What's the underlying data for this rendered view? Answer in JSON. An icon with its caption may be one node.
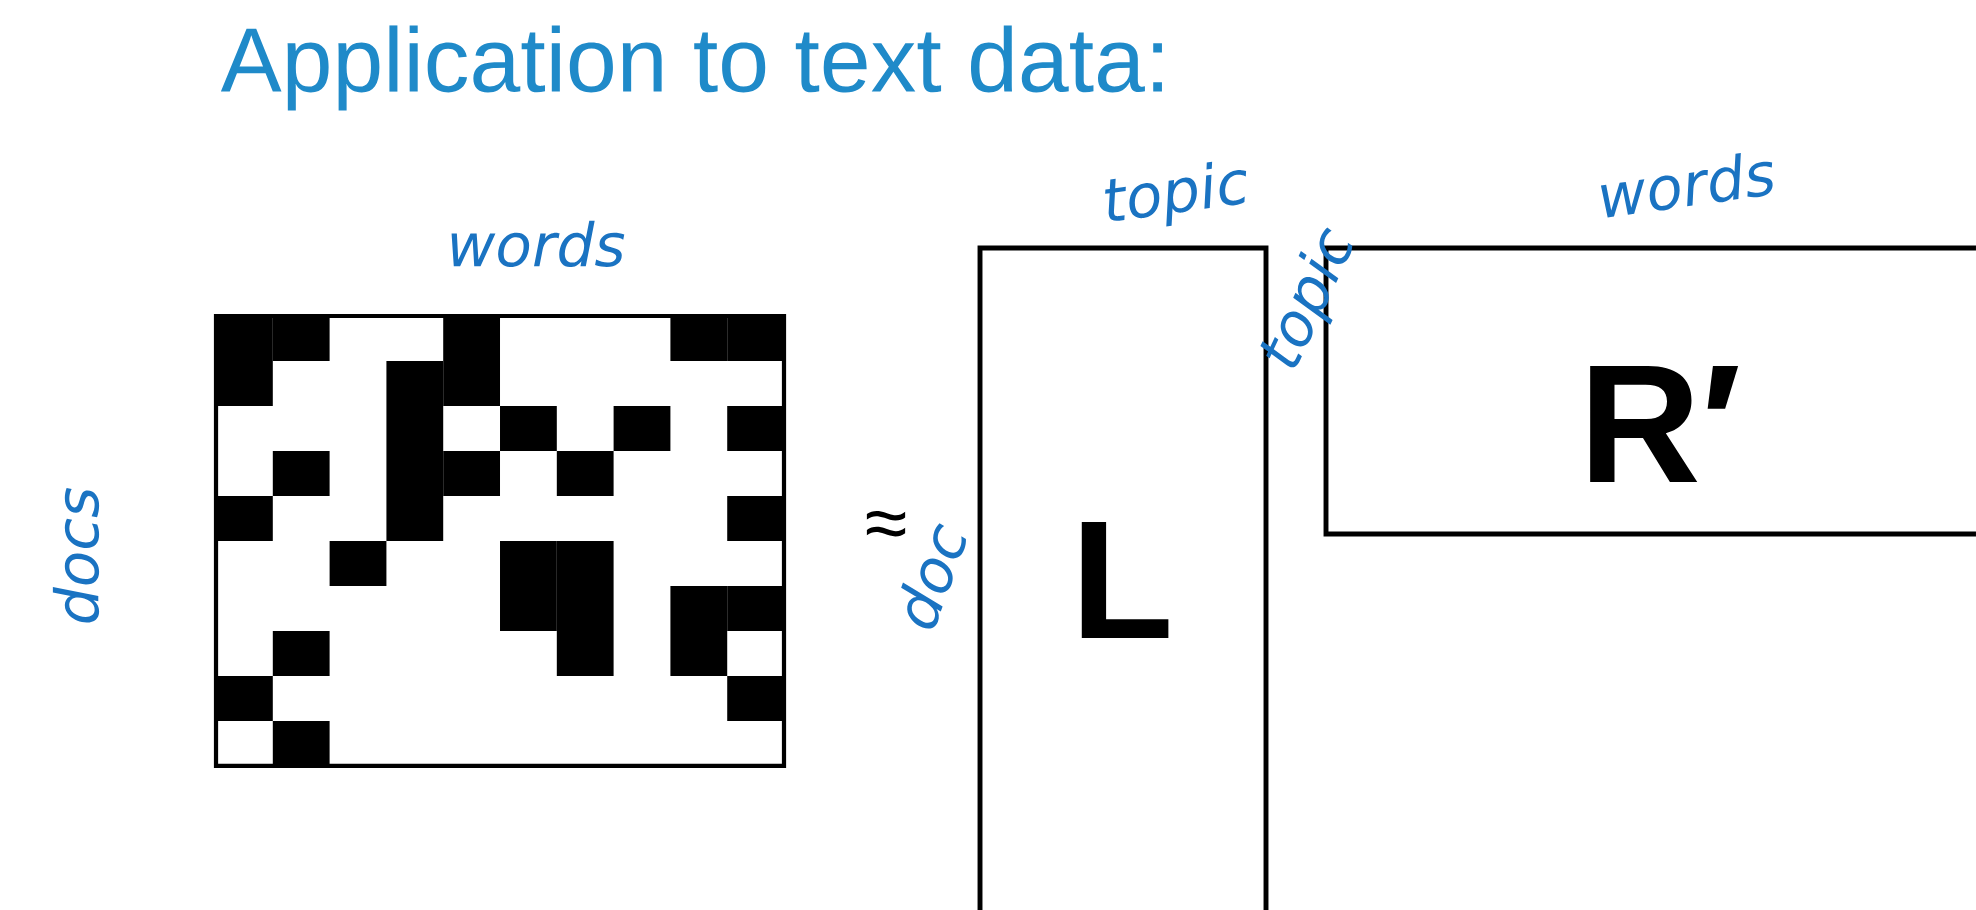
{
  "diagram": {
    "title": "Application to text data:",
    "nodes": [
      {
        "text": [
          "L"
        ]
      },
      {
        "text": [
          "R′"
        ]
      }
    ],
    "edges": [],
    "labels": [
      "words",
      "docs",
      "≈",
      "doc",
      "topic",
      "topic",
      "words"
    ]
  }
}
